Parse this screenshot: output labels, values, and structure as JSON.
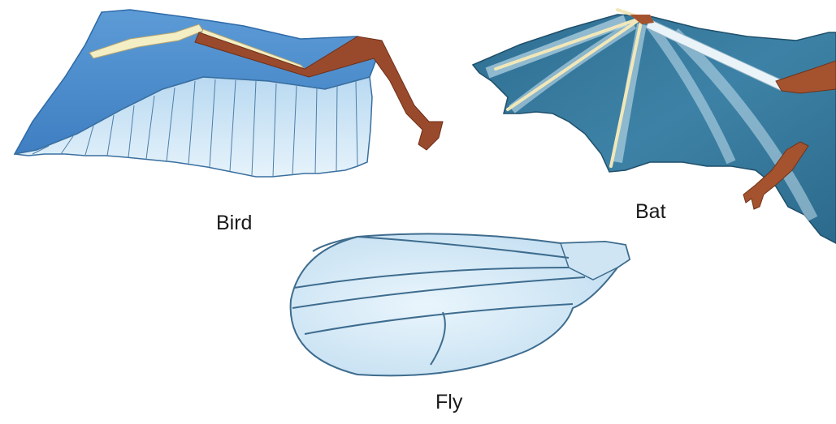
{
  "labels": {
    "bird": "Bird",
    "bat": "Bat",
    "fly": "Fly"
  },
  "colors": {
    "bird_membrane": "#4f8fcf",
    "bird_feathers": "#d7ecf8",
    "bird_bone": "#f3eec4",
    "bird_leg": "#9a4a2c",
    "bat_membrane": "#3b7d9c",
    "bat_membrane_light": "#bfe0ee",
    "bat_bone": "#f1e7b9",
    "bat_skin": "#a5532f",
    "fly_fill": "#d6eaf6",
    "fly_vein": "#3e6c8e"
  },
  "icons": {
    "bird": "bird-wing-icon",
    "bat": "bat-wing-icon",
    "fly": "fly-wing-icon"
  }
}
